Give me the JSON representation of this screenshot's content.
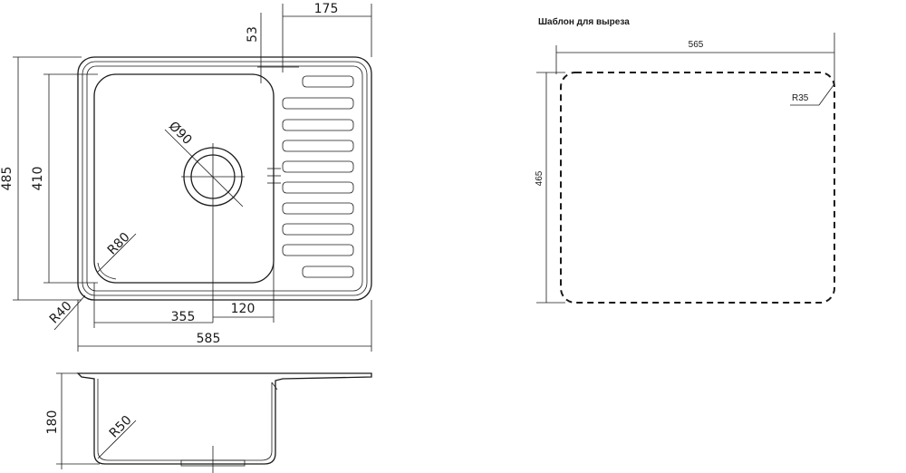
{
  "top_view": {
    "width_dim": "585",
    "depth_dim": "485",
    "bowl_depth_dim": "410",
    "bowl_width_dim": "355",
    "drain_offset_dim": "120",
    "drainer_width_dim": "175",
    "edge_offset_dim": "53",
    "drain_diameter": "Ø90",
    "bowl_radius": "R80",
    "outer_radius": "R40"
  },
  "side_view": {
    "depth_dim": "180",
    "bowl_radius": "R50"
  },
  "template": {
    "title": "Шаблон для выреза",
    "width_dim": "565",
    "height_dim": "465",
    "corner_radius": "R35"
  }
}
